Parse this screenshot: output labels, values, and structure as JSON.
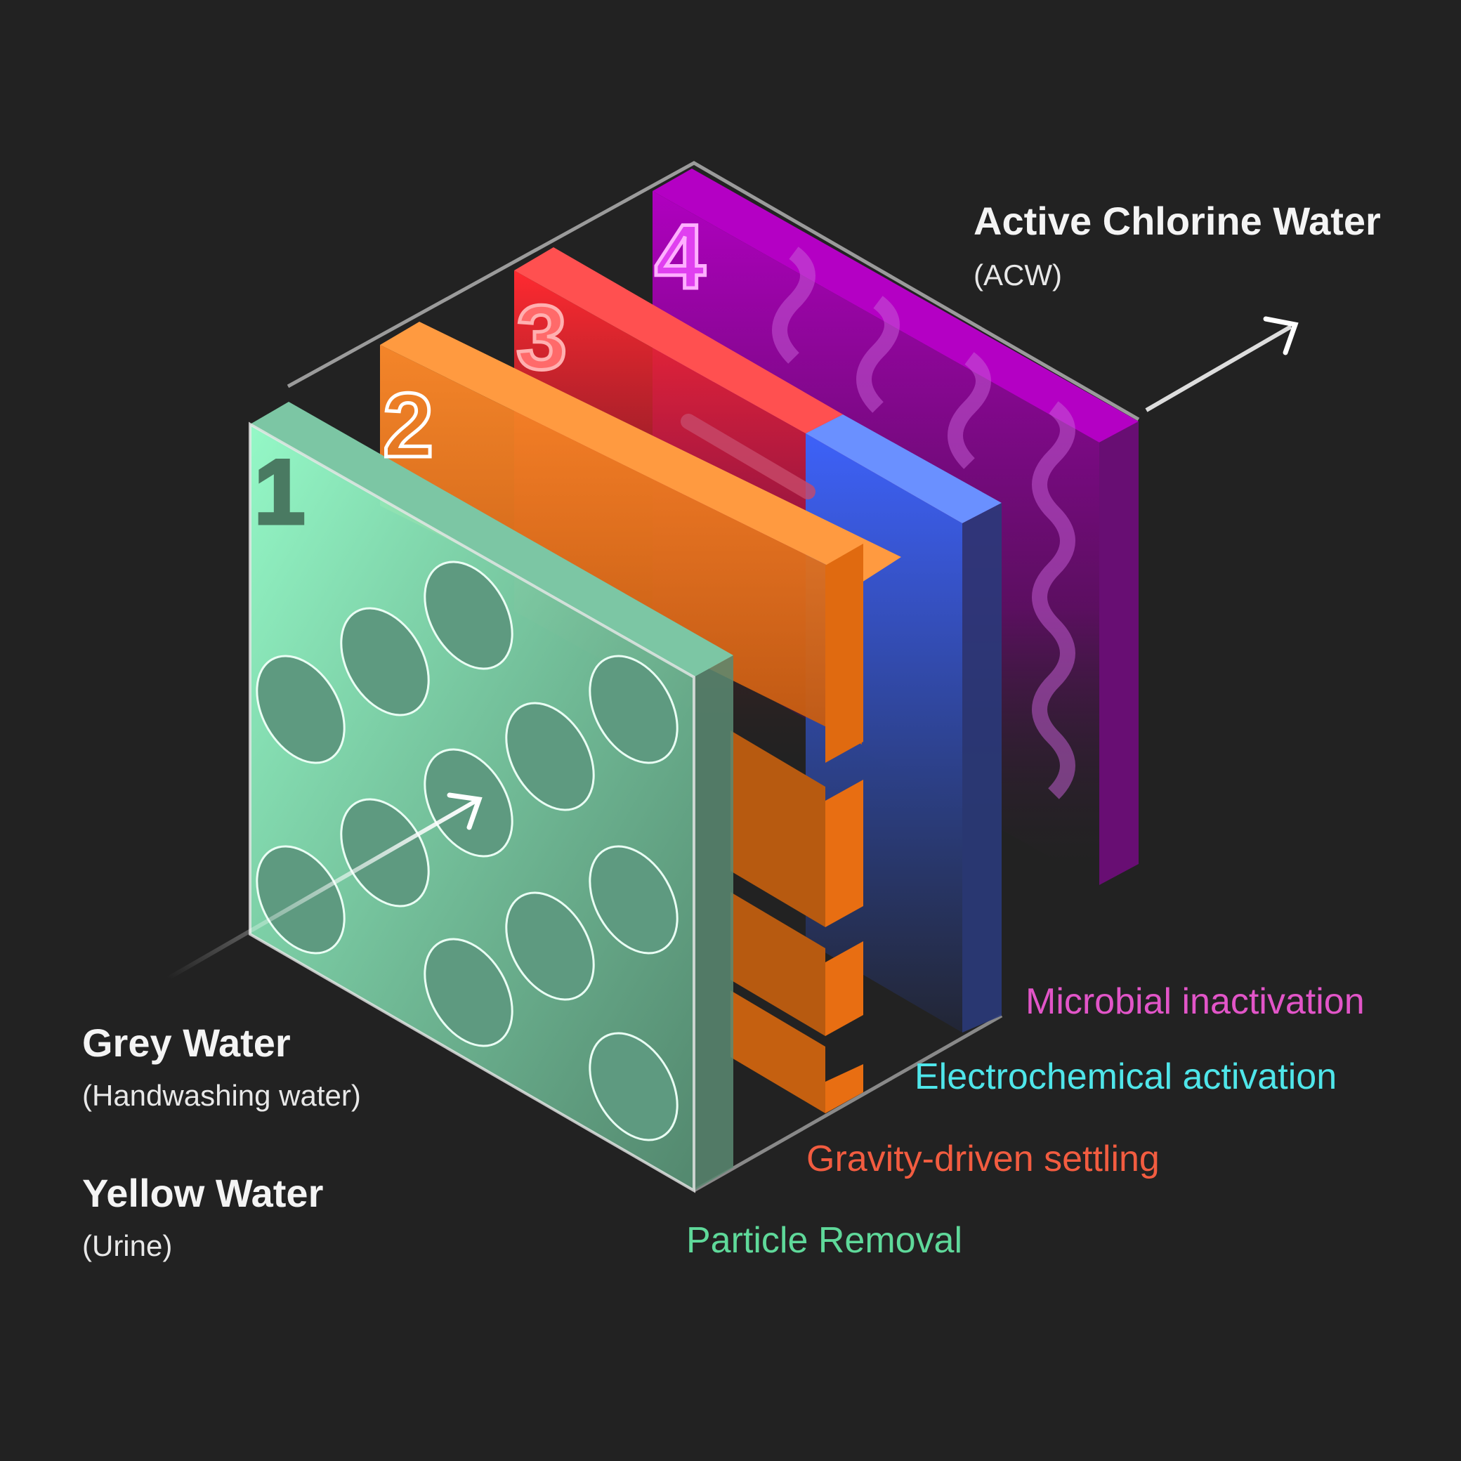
{
  "output": {
    "title": "Active Chlorine Water",
    "subtitle": "(ACW)"
  },
  "inputs": [
    {
      "title": "Grey Water",
      "subtitle": "(Handwashing water)"
    },
    {
      "title": "Yellow Water",
      "subtitle": "(Urine)"
    }
  ],
  "stages": [
    {
      "number": "1",
      "label": "Particle Removal",
      "color": "#5fd99a"
    },
    {
      "number": "2",
      "label": "Gravity-driven settling",
      "color": "#f25c40"
    },
    {
      "number": "3",
      "label": "Electrochemical activation",
      "color": "#4fe6ea"
    },
    {
      "number": "4",
      "label": "Microbial inactivation",
      "color": "#e255c8"
    }
  ]
}
